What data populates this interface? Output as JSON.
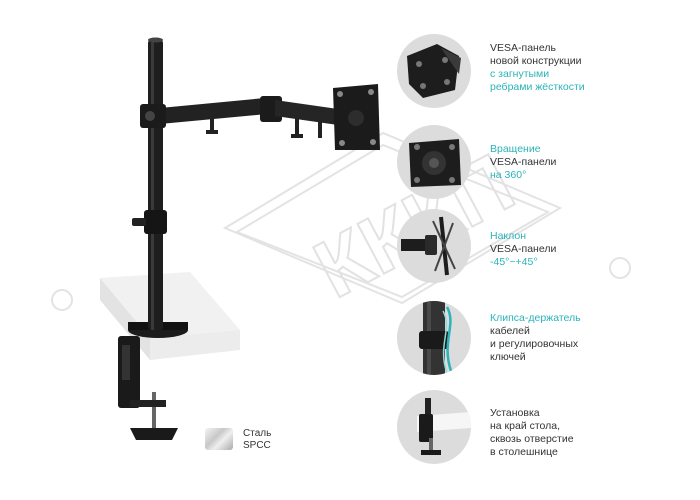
{
  "watermark": {
    "text": "КККП"
  },
  "features": [
    {
      "icon": "vesa-plate-icon",
      "lines": [
        {
          "text": "VESA-панель",
          "style": "dk"
        },
        {
          "text": "новой конструкции",
          "style": "dk"
        },
        {
          "text": "с загнутыми",
          "style": "hl"
        },
        {
          "text": "ребрами жёсткости",
          "style": "hl"
        }
      ]
    },
    {
      "icon": "rotation-icon",
      "lines": [
        {
          "text": "Вращение",
          "style": "hl"
        },
        {
          "text": "VESA-панели",
          "style": "dk"
        },
        {
          "text": "на 360°",
          "style": "hl"
        }
      ]
    },
    {
      "icon": "tilt-icon",
      "lines": [
        {
          "text": "Наклон",
          "style": "hl"
        },
        {
          "text": "VESA-панели",
          "style": "dk"
        },
        {
          "text": "-45°~+45°",
          "style": "hl"
        }
      ]
    },
    {
      "icon": "cable-clip-icon",
      "lines": [
        {
          "text": "Клипса-держатель",
          "style": "hl"
        },
        {
          "text": "кабелей",
          "style": "dk"
        },
        {
          "text": "и регулировочных",
          "style": "dk"
        },
        {
          "text": "ключей",
          "style": "dk"
        }
      ]
    },
    {
      "icon": "desk-clamp-icon",
      "lines": [
        {
          "text": "Установка",
          "style": "dk"
        },
        {
          "text": "на край стола,",
          "style": "dk"
        },
        {
          "text": "сквозь отверстие",
          "style": "dk"
        },
        {
          "text": "в столешнице",
          "style": "dk"
        }
      ]
    }
  ],
  "material": {
    "line1": "Сталь",
    "line2": "SPCC"
  },
  "colors": {
    "accent": "#2bb3b8",
    "metal": "#1e1e1e",
    "text": "#333333"
  }
}
